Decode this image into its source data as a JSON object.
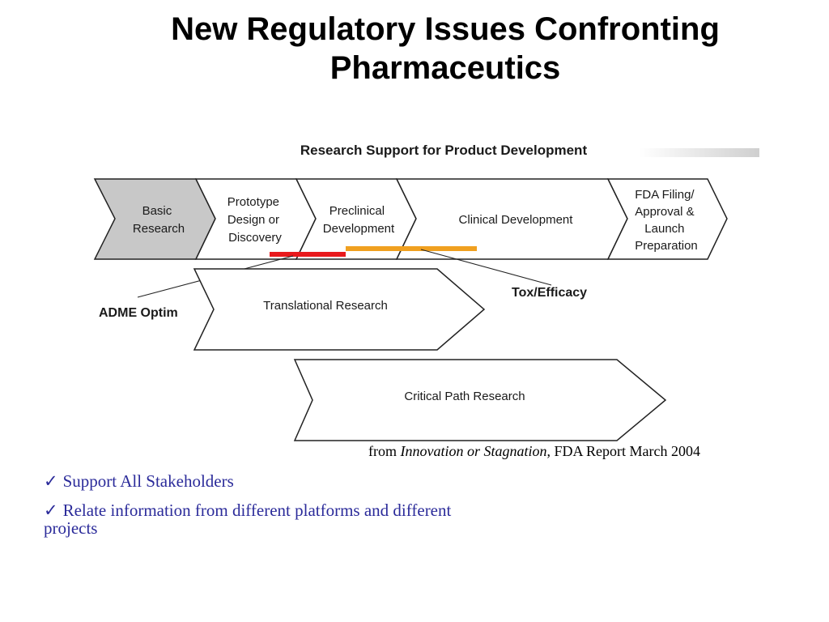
{
  "slide": {
    "title_line1": "New Regulatory Issues Confronting",
    "title_line2": "Pharmaceutics"
  },
  "diagram": {
    "heading": "Research Support for Product Development",
    "stages": [
      {
        "lines": [
          "Basic",
          "Research"
        ]
      },
      {
        "lines": [
          "Prototype",
          "Design or",
          "Discovery"
        ]
      },
      {
        "lines": [
          "Preclinical",
          "Development"
        ]
      },
      {
        "lines": [
          "Clinical Development"
        ]
      },
      {
        "lines": [
          "FDA Filing/",
          "Approval &",
          "Launch",
          "Preparation"
        ]
      }
    ],
    "translational_label": "Translational Research",
    "critical_path_label": "Critical Path Research",
    "adme_label": "ADME Optim",
    "tox_label": "Tox/Efficacy",
    "colors": {
      "basic_fill": "#c8c8c8",
      "adme_bar": "#e8191c",
      "tox_bar": "#f0a020",
      "outline": "#222222"
    }
  },
  "citation": {
    "prefix": "from ",
    "source_title": "Innovation or Stagnation",
    "suffix": ", FDA Report March 2004"
  },
  "bullets": [
    {
      "check": "✓",
      "text": "Support All Stakeholders"
    },
    {
      "check": "✓",
      "text": "Relate information from different platforms and different projects"
    }
  ]
}
